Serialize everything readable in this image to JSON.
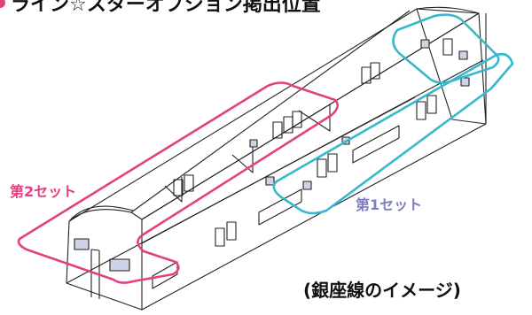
{
  "title": "ライン☆スターオプション掲出位置",
  "labels": {
    "set2": "第2セット",
    "set1": "第1セット"
  },
  "caption": "(銀座線のイメージ)",
  "colors": {
    "set2": "#e4407f",
    "set1": "#36b9cc",
    "set1_label": "#7c80bd",
    "outline": "#222222"
  }
}
